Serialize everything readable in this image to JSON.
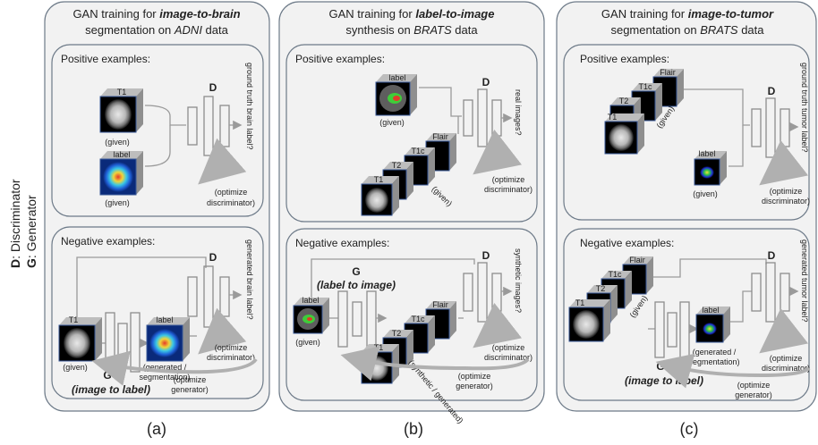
{
  "side_label": {
    "d_key": "D",
    "d_text": ": Discriminator",
    "g_key": "G",
    "g_text": ": Generator"
  },
  "panels": [
    {
      "title_line1_pre": "GAN training for ",
      "title_line1_em": "image-to-brain",
      "title_line2_pre": "segmentation on ",
      "title_line2_em": "ADNI",
      "title_line2_post": " data",
      "caption": "(a)",
      "positive": {
        "header": "Positive examples:",
        "cube_t1": "T1",
        "given1": "(given)",
        "cube_label": "label",
        "given2": "(given)",
        "d": "D",
        "output": "ground truth brain label?",
        "optimize": "(optimize",
        "optimize2": "discriminator)"
      },
      "negative": {
        "header": "Negative examples:",
        "cube_t1": "T1",
        "given": "(given)",
        "cube_label": "label",
        "generated1": "(generated /",
        "generated2": "segmentation)",
        "g": "G",
        "g_name": "(image to label)",
        "d": "D",
        "output": "generated brain label?",
        "optimize_d1": "(optimize",
        "optimize_d2": "discriminator)",
        "optimize_g1": "(optimize",
        "optimize_g2": "generator)"
      }
    },
    {
      "title_line1_pre": "GAN training for ",
      "title_line1_em": "label-to-image",
      "title_line2_pre": "synthesis on ",
      "title_line2_em": "BRATS",
      "title_line2_post": " data",
      "caption": "(b)",
      "positive": {
        "header": "Positive examples:",
        "cube_label": "label",
        "given1": "(given)",
        "cubes": [
          "Flair",
          "T1c",
          "T2",
          "T1"
        ],
        "given2": "(given)",
        "d": "D",
        "output": "real images?",
        "optimize": "(optimize",
        "optimize2": "discriminator)"
      },
      "negative": {
        "header": "Negative examples:",
        "cube_label": "label",
        "given": "(given)",
        "g": "G",
        "g_name": "(label to image)",
        "cubes": [
          "Flair",
          "T1c",
          "T2",
          "T1"
        ],
        "generated": "(synthetic / generated)",
        "d": "D",
        "output": "synthetic images?",
        "optimize_d1": "(optimize",
        "optimize_d2": "discriminator)",
        "optimize_g1": "(optimize",
        "optimize_g2": "generator)"
      }
    },
    {
      "title_line1_pre": "GAN training for ",
      "title_line1_em": "image-to-tumor",
      "title_line2_pre": "segmentation on ",
      "title_line2_em": "BRATS",
      "title_line2_post": " data",
      "caption": "(c)",
      "positive": {
        "header": "Positive examples:",
        "cubes": [
          "Flair",
          "T1c",
          "T2",
          "T1"
        ],
        "given1": "(given)",
        "cube_label": "label",
        "given2": "(given)",
        "d": "D",
        "output": "ground truth tumor label?",
        "optimize": "(optimize",
        "optimize2": "discriminator)"
      },
      "negative": {
        "header": "Negative examples:",
        "cubes": [
          "Flair",
          "T1c",
          "T2",
          "T1"
        ],
        "given": "(given)",
        "cube_label": "label",
        "generated1": "(generated /",
        "generated2": "segmentation)",
        "g": "G",
        "g_name": "(image to label)",
        "d": "D",
        "output": "generated tumor label?",
        "optimize_d1": "(optimize",
        "optimize_d2": "discriminator)",
        "optimize_g1": "(optimize",
        "optimize_g2": "generator)"
      }
    }
  ],
  "colors": {
    "panel_fill": "#f2f2f2",
    "panel_stroke": "#6d7a88",
    "net_stroke": "#8c8c8c",
    "arrow": "#9a9a9a",
    "cube_top": "#bdbdbd",
    "cube_side": "#8f8f8f",
    "cube_border": "#3a5a9a"
  }
}
